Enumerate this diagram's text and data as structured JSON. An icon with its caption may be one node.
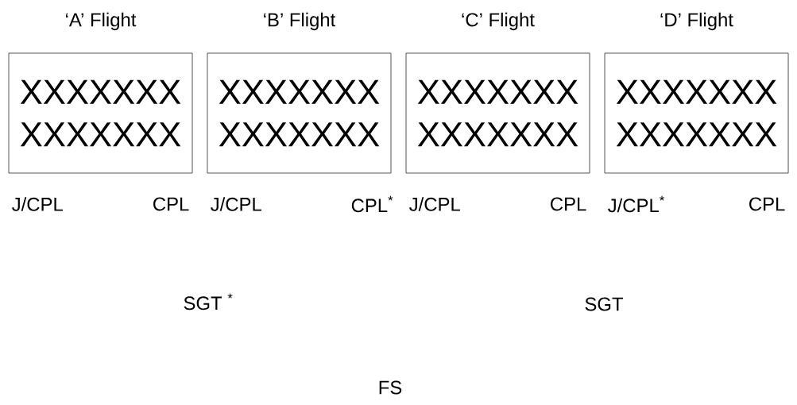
{
  "diagram": {
    "nodes": [
      {
        "text": [
          "‘A’ Flight",
          "XXXXXXX",
          "XXXXXXX"
        ]
      },
      {
        "text": [
          "‘B’ Flight",
          "XXXXXXX",
          "XXXXXXX"
        ]
      },
      {
        "text": [
          "‘C’ Flight",
          "XXXXXXX",
          "XXXXXXX"
        ]
      },
      {
        "text": [
          "‘D’ Flight",
          "XXXXXXX",
          "XXXXXXX"
        ]
      }
    ],
    "labels": [
      "J/CPL",
      "CPL",
      "J/CPL",
      "CPL$^{*}$",
      "J/CPL",
      "CPL",
      "J/CPL$^{*}$",
      "CPL",
      "SGT $^{*}$",
      "SGT",
      "FS"
    ]
  }
}
